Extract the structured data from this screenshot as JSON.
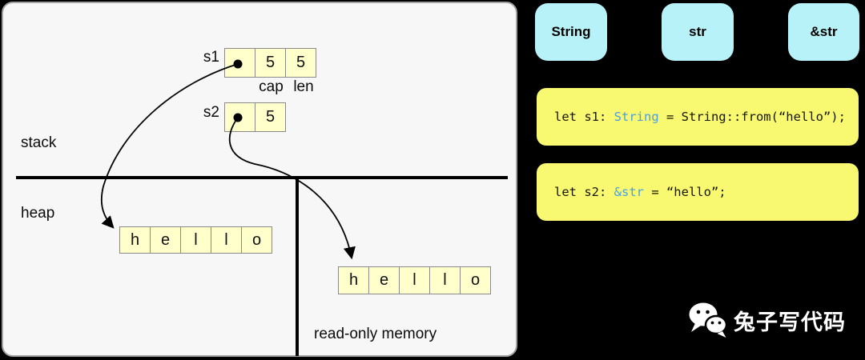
{
  "diagram": {
    "stack_label": "stack",
    "heap_label": "heap",
    "readonly_label": "read-only memory",
    "s1": {
      "label": "s1",
      "cap": "5",
      "len": "5",
      "field_labels": [
        "cap",
        "len"
      ]
    },
    "s2": {
      "label": "s2",
      "len": "5"
    },
    "heap_string": [
      "h",
      "e",
      "l",
      "l",
      "o"
    ],
    "readonly_string": [
      "h",
      "e",
      "l",
      "l",
      "o"
    ]
  },
  "legend": {
    "type_boxes": [
      "String",
      "str",
      "&str"
    ]
  },
  "code": {
    "lines": [
      {
        "prefix": "let s1: ",
        "type": "String",
        "suffix": " = String::from(“hello”);"
      },
      {
        "prefix": "let s2: ",
        "type": "&str",
        "suffix": " = “hello”;"
      }
    ]
  },
  "branding": {
    "name": "兔子写代码",
    "icon": "wechat-icon"
  },
  "colors": {
    "background": "#000000",
    "panel": "#f7f7f7",
    "cell_yellow": "#ffffcc",
    "code_yellow": "#f9f871",
    "type_cyan": "#b7f2f8",
    "type_blue": "#4a9fe0"
  }
}
